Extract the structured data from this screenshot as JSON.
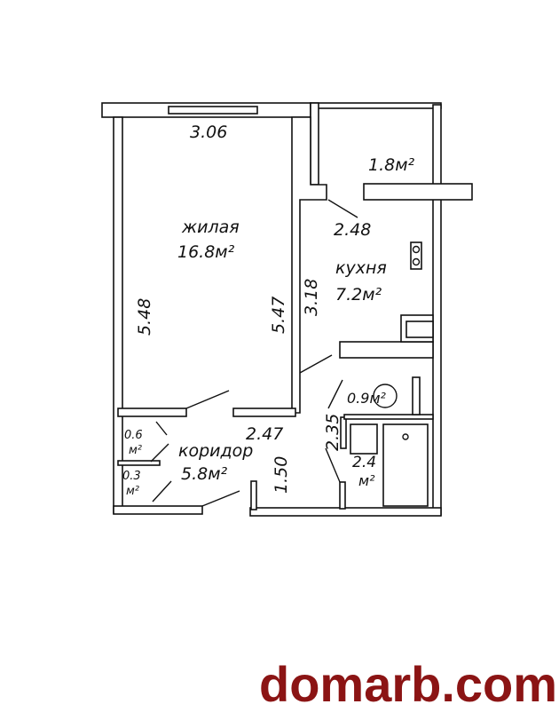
{
  "rooms": {
    "living": {
      "name": "жилая",
      "area": "16.8м²"
    },
    "kitchen": {
      "name": "кухня",
      "area": "7.2м²"
    },
    "balcony": {
      "area": "1.8м²"
    },
    "corridor": {
      "name": "коридор",
      "area": "5.8м²"
    },
    "closet1": {
      "area": "0.6",
      "unit": "м²"
    },
    "closet2": {
      "area": "0.3",
      "unit": "м²"
    },
    "toilet": {
      "area": "0.9м²"
    },
    "bathroom": {
      "area": "2.4",
      "unit": "м²"
    }
  },
  "dimensions": [
    "3.06",
    "5.48",
    "5.47",
    "3.18",
    "2.48",
    "2.47",
    "2.35",
    "1.50"
  ],
  "watermark": "domarb.com",
  "colors": {
    "watermark": "#8b1414",
    "lines": "#111111"
  }
}
